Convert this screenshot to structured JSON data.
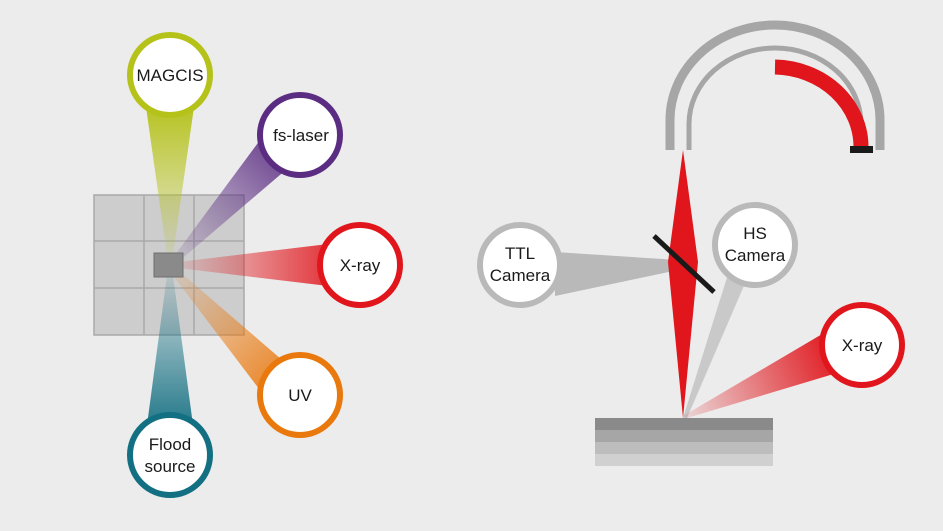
{
  "left_diagram": {
    "sources": [
      {
        "id": "magcis",
        "lines": [
          "MAGCIS"
        ],
        "color": "#b5c21a"
      },
      {
        "id": "fs-laser",
        "lines": [
          "fs-laser"
        ],
        "color": "#5b2d82"
      },
      {
        "id": "xray",
        "lines": [
          "X-ray"
        ],
        "color": "#e0161c"
      },
      {
        "id": "uv",
        "lines": [
          "UV"
        ],
        "color": "#e9780d"
      },
      {
        "id": "flood",
        "lines": [
          "Flood",
          "source"
        ],
        "color": "#136f82"
      }
    ]
  },
  "right_diagram": {
    "labels": [
      {
        "id": "ttl",
        "lines": [
          "TTL",
          "Camera"
        ],
        "color": "#b9b9b9"
      },
      {
        "id": "hs",
        "lines": [
          "HS",
          "Camera"
        ],
        "color": "#b9b9b9"
      },
      {
        "id": "xray",
        "lines": [
          "X-ray"
        ],
        "color": "#e0161c"
      }
    ],
    "beam_color": "#e0161c"
  }
}
